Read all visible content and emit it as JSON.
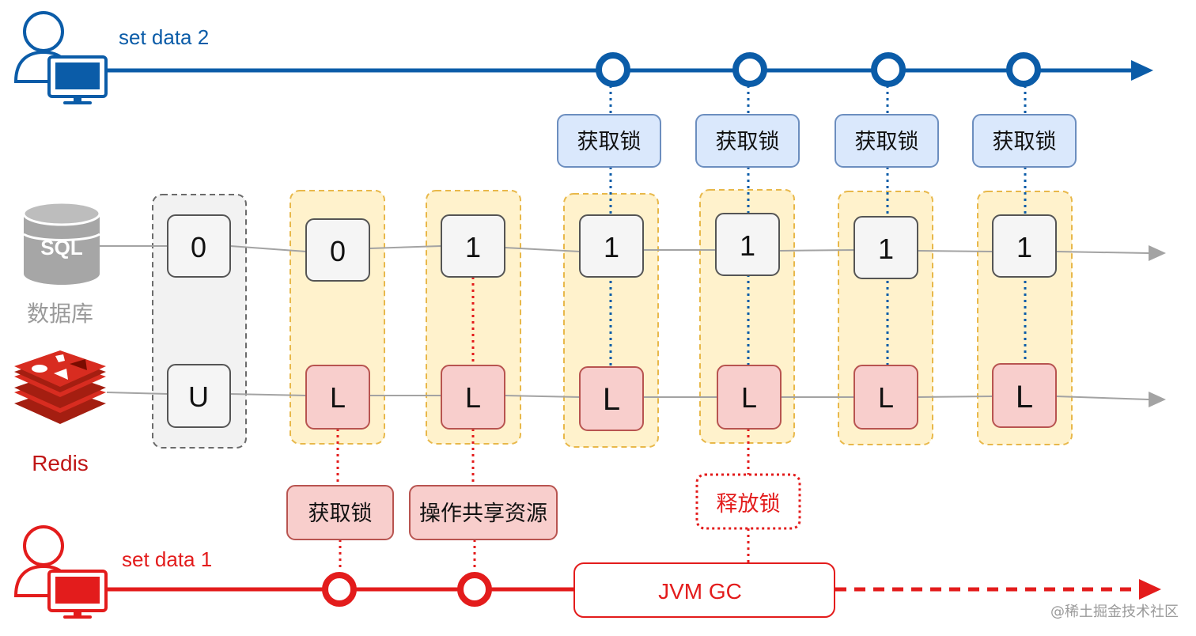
{
  "users": {
    "client2": {
      "label": "set data 2",
      "color": "#0b5ca8"
    },
    "client1": {
      "label": "set data 1",
      "color": "#e31c1c"
    }
  },
  "sources": {
    "database": {
      "icon_text": "SQL",
      "label": "数据库"
    },
    "redis": {
      "label": "Redis"
    }
  },
  "columns": [
    {
      "db": "0",
      "redis": "U",
      "top_label": "",
      "bottom_label": ""
    },
    {
      "db": "0",
      "redis": "L",
      "top_label": "",
      "bottom_label": "获取锁"
    },
    {
      "db": "1",
      "redis": "L",
      "top_label": "",
      "bottom_label": "操作共享资源"
    },
    {
      "db": "1",
      "redis": "L",
      "top_label": "获取锁",
      "bottom_label": ""
    },
    {
      "db": "1",
      "redis": "L",
      "top_label": "获取锁",
      "bottom_label": "释放锁"
    },
    {
      "db": "1",
      "redis": "L",
      "top_label": "获取锁",
      "bottom_label": ""
    },
    {
      "db": "1",
      "redis": "L",
      "top_label": "获取锁",
      "bottom_label": ""
    }
  ],
  "gc_box": {
    "label": "JVM GC"
  },
  "watermark": "@稀土掘金技术社区"
}
